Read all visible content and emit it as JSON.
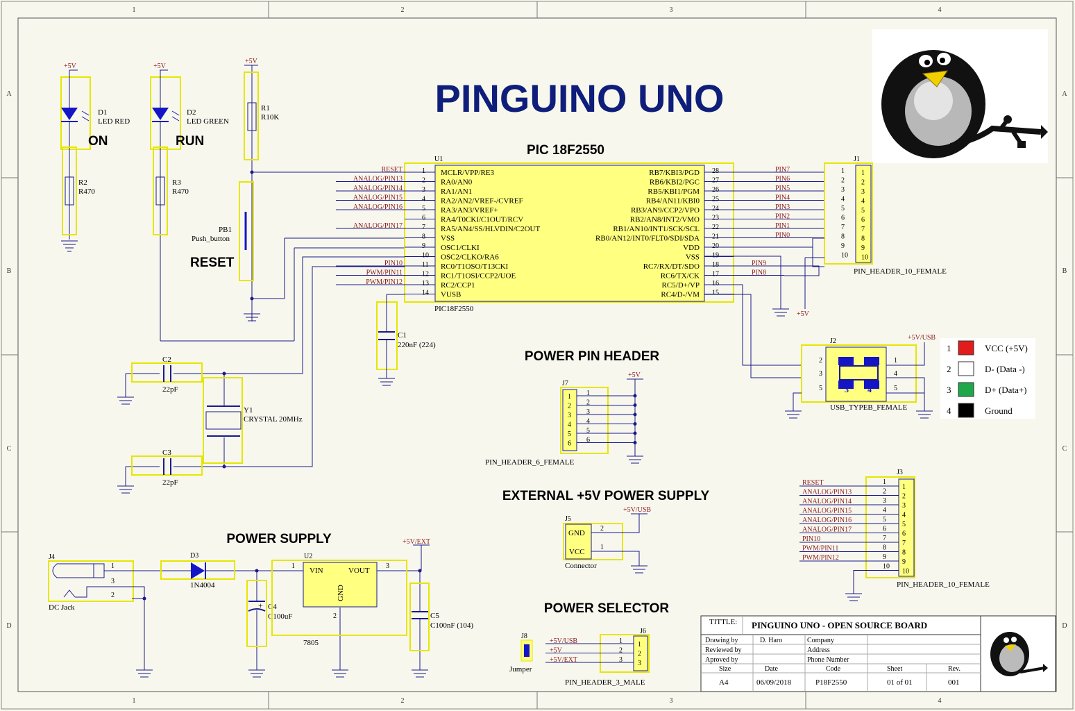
{
  "title": "PINGUINO UNO",
  "colors": {
    "wire": "#1a1a8c",
    "box": "#ffff80",
    "boxBorder": "#e6e600",
    "pin": "#8c1a1a",
    "text": "#111111",
    "led": "#1515c8"
  },
  "grid": {
    "cols": [
      "1",
      "2",
      "3",
      "4"
    ],
    "rows": [
      "A",
      "B",
      "C",
      "D"
    ]
  },
  "sections": {
    "pic": "PIC 18F2550",
    "power_header": "POWER PIN HEADER",
    "ext_supply": "EXTERNAL +5V POWER SUPPLY",
    "power_supply": "POWER SUPPLY",
    "power_selector": "POWER SELECTOR",
    "on": "ON",
    "run": "RUN",
    "reset": "RESET"
  },
  "leds": [
    {
      "ref": "D1",
      "value": "LED RED",
      "net": "+5V",
      "r_ref": "R2",
      "r_val": "R470"
    },
    {
      "ref": "D2",
      "value": "LED GREEN",
      "net": "+5V",
      "r_ref": "R3",
      "r_val": "R470"
    }
  ],
  "r1": {
    "ref": "R1",
    "value": "R10K",
    "net": "+5V"
  },
  "pb1": {
    "ref": "PB1",
    "value": "Push_button"
  },
  "u1": {
    "ref": "U1",
    "part": "PIC18F2550",
    "left_pins": [
      {
        "n": "1",
        "name": "MCLR/VPP/RE3",
        "net": "RESET"
      },
      {
        "n": "2",
        "name": "RA0/AN0",
        "net": "ANALOG/PIN13"
      },
      {
        "n": "3",
        "name": "RA1/AN1",
        "net": "ANALOG/PIN14"
      },
      {
        "n": "4",
        "name": "RA2/AN2/VREF-/CVREF",
        "net": "ANALOG/PIN15"
      },
      {
        "n": "5",
        "name": "RA3/AN3/VREF+",
        "net": "ANALOG/PIN16"
      },
      {
        "n": "6",
        "name": "RA4/T0CKI/C1OUT/RCV",
        "net": ""
      },
      {
        "n": "7",
        "name": "RA5/AN4/SS/HLVDIN/C2OUT",
        "net": "ANALOG/PIN17"
      },
      {
        "n": "8",
        "name": "VSS",
        "net": ""
      },
      {
        "n": "9",
        "name": "OSC1/CLKI",
        "net": ""
      },
      {
        "n": "10",
        "name": "OSC2/CLKO/RA6",
        "net": ""
      },
      {
        "n": "11",
        "name": "RC0/T1OSO/T13CKI",
        "net": "PIN10"
      },
      {
        "n": "12",
        "name": "RC1/T1OSI/CCP2/UOE",
        "net": "PWM/PIN11"
      },
      {
        "n": "13",
        "name": "RC2/CCP1",
        "net": "PWM/PIN12"
      },
      {
        "n": "14",
        "name": "VUSB",
        "net": ""
      }
    ],
    "right_pins": [
      {
        "n": "28",
        "name": "RB7/KBI3/PGD",
        "net": "PIN7"
      },
      {
        "n": "27",
        "name": "RB6/KBI2/PGC",
        "net": "PIN6"
      },
      {
        "n": "26",
        "name": "RB5/KBI1/PGM",
        "net": "PIN5"
      },
      {
        "n": "25",
        "name": "RB4/AN11/KBI0",
        "net": "PIN4"
      },
      {
        "n": "24",
        "name": "RB3/AN9/CCP2/VPO",
        "net": "PIN3"
      },
      {
        "n": "23",
        "name": "RB2/AN8/INT2/VMO",
        "net": "PIN2"
      },
      {
        "n": "22",
        "name": "RB1/AN10/INT1/SCK/SCL",
        "net": "PIN1"
      },
      {
        "n": "21",
        "name": "RB0/AN12/INT0/FLT0/SDI/SDA",
        "net": "PIN0"
      },
      {
        "n": "20",
        "name": "VDD",
        "net": ""
      },
      {
        "n": "19",
        "name": "VSS",
        "net": ""
      },
      {
        "n": "18",
        "name": "RC7/RX/DT/SDO",
        "net": "PIN9"
      },
      {
        "n": "17",
        "name": "RC6/TX/CK",
        "net": "PIN8"
      },
      {
        "n": "16",
        "name": "RC5/D+/VP",
        "net": ""
      },
      {
        "n": "15",
        "name": "RC4/D-/VM",
        "net": ""
      }
    ]
  },
  "j1": {
    "ref": "J1",
    "label": "PIN_HEADER_10_FEMALE",
    "pins": [
      "1",
      "2",
      "3",
      "4",
      "5",
      "6",
      "7",
      "8",
      "9",
      "10"
    ]
  },
  "c1": {
    "ref": "C1",
    "value": "220nF (224)"
  },
  "c2": {
    "ref": "C2",
    "value": "22pF"
  },
  "c3": {
    "ref": "C3",
    "value": "22pF"
  },
  "y1": {
    "ref": "Y1",
    "value": "CRYSTAL 20MHz"
  },
  "j2": {
    "ref": "J2",
    "label": "USB_TYPEB_FEMALE",
    "net": "+5V/USB",
    "pins_l": [
      "2",
      "3",
      "5"
    ],
    "pins_r": [
      "1",
      "4",
      "5"
    ],
    "inner": [
      "2",
      "1",
      "3",
      "4"
    ]
  },
  "usb_legend": [
    {
      "n": "1",
      "color": "#e41b1b",
      "label": "VCC (+5V)"
    },
    {
      "n": "2",
      "color": "#ffffff",
      "label": "D- (Data -)"
    },
    {
      "n": "3",
      "color": "#1fa84a",
      "label": "D+ (Data+)"
    },
    {
      "n": "4",
      "color": "#000000",
      "label": "Ground"
    }
  ],
  "j7": {
    "ref": "J7",
    "label": "PIN_HEADER_6_FEMALE",
    "net": "+5V",
    "pins": [
      "1",
      "2",
      "3",
      "4",
      "5",
      "6"
    ]
  },
  "j5": {
    "ref": "J5",
    "label": "Connector",
    "net": "+5V/USB",
    "pins": [
      "GND",
      "VCC"
    ],
    "nums": [
      "2",
      "1"
    ]
  },
  "j3": {
    "ref": "J3",
    "label": "PIN_HEADER_10_FEMALE",
    "nets": [
      "RESET",
      "ANALOG/PIN13",
      "ANALOG/PIN14",
      "ANALOG/PIN15",
      "ANALOG/PIN16",
      "ANALOG/PIN17",
      "PIN10",
      "PWM/PIN11",
      "PWM/PIN12",
      ""
    ],
    "pins": [
      "1",
      "2",
      "3",
      "4",
      "5",
      "6",
      "7",
      "8",
      "9",
      "10"
    ]
  },
  "j4": {
    "ref": "J4",
    "label": "DC Jack",
    "pins": [
      "1",
      "3",
      "2"
    ]
  },
  "d3": {
    "ref": "D3",
    "value": "1N4004"
  },
  "u2": {
    "ref": "U2",
    "value": "7805",
    "vin": "VIN",
    "vout": "VOUT",
    "gnd": "GND",
    "p1": "1",
    "p2": "2",
    "p3": "3",
    "net": "+5V/EXT"
  },
  "c4": {
    "ref": "C4",
    "value": "C100uF",
    "plus": "+"
  },
  "c5": {
    "ref": "C5",
    "value": "C100nF (104)"
  },
  "j8": {
    "ref": "J8",
    "label": "Jumper"
  },
  "j6": {
    "ref": "J6",
    "label": "PIN_HEADER_3_MALE",
    "nets": [
      "+5V/USB",
      "+5V",
      "+5V/EXT"
    ],
    "pins": [
      "1",
      "2",
      "3"
    ]
  },
  "title_block": {
    "tittle_label": "TITTLE:",
    "tittle": "PINGUINO UNO - OPEN SOURCE BOARD",
    "drawing_by_label": "Drawing by",
    "drawing_by": "D. Haro",
    "reviewed_by_label": "Reviewed by",
    "aproved_by_label": "Aproved by",
    "company_label": "Company",
    "address_label": "Address",
    "phone_label": "Phone Number",
    "size_label": "Size",
    "size": "A4",
    "date_label": "Date",
    "date": "06/09/2018",
    "code_label": "Code",
    "code": "P18F2550",
    "sheet_label": "Sheet",
    "sheet": "01 of 01",
    "rev_label": "Rev.",
    "rev": "001"
  }
}
